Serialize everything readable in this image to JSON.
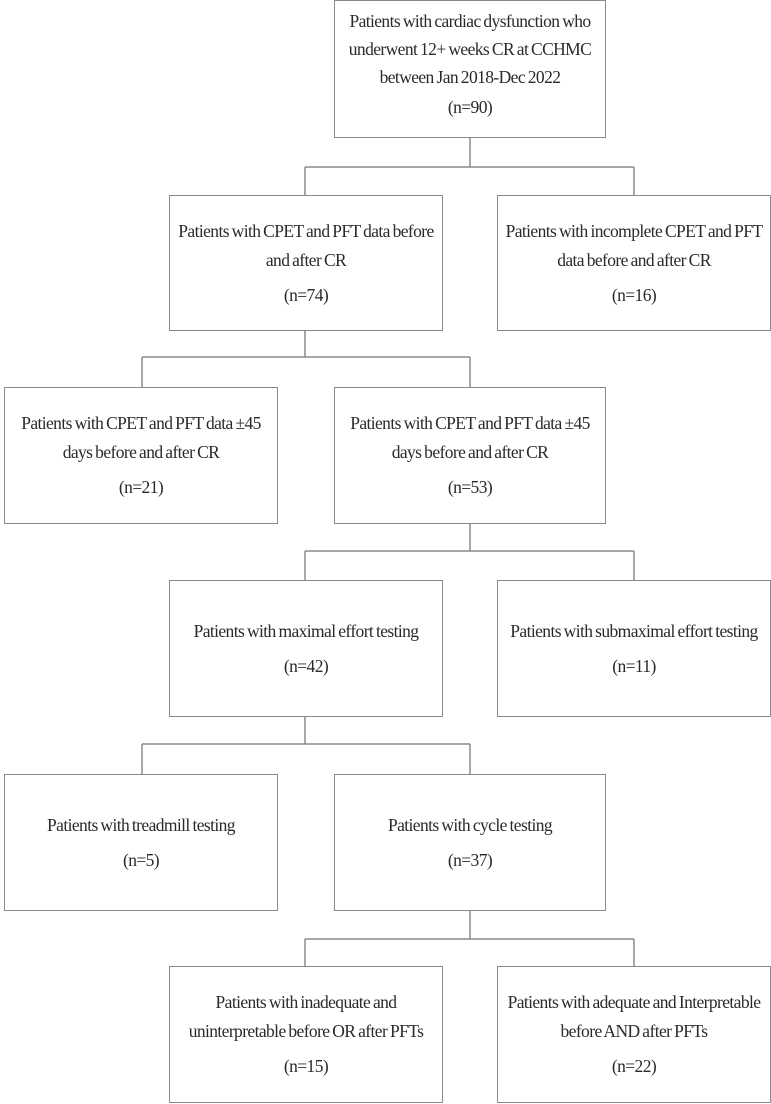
{
  "boxes": [
    {
      "text": "Patients with cardiac dysfunction who underwent 12+ weeks CR at CCHMC between Jan 2018-Dec 2022",
      "n": "(n=90)"
    },
    {
      "text": "Patients with CPET and PFT data before and after CR",
      "n": "(n=74)"
    },
    {
      "text": "Patients with incomplete CPET and PFT data before and after CR",
      "n": "(n=16)"
    },
    {
      "text": "Patients with CPET and PFT data ±45 days before and after CR",
      "n": "(n=21)"
    },
    {
      "text": "Patients with CPET and PFT data ±45 days before and after CR",
      "n": "(n=53)"
    },
    {
      "text": "Patients with maximal effort testing",
      "n": "(n=42)"
    },
    {
      "text": "Patients with submaximal effort testing",
      "n": "(n=11)"
    },
    {
      "text": "Patients with treadmill testing",
      "n": "(n=5)"
    },
    {
      "text": "Patients with cycle testing",
      "n": "(n=37)"
    },
    {
      "text": "Patients with inadequate and uninterpretable before OR after PFTs",
      "n": "(n=15)"
    },
    {
      "text": "Patients with adequate and Interpretable before AND after PFTs",
      "n": "(n=22)"
    }
  ]
}
